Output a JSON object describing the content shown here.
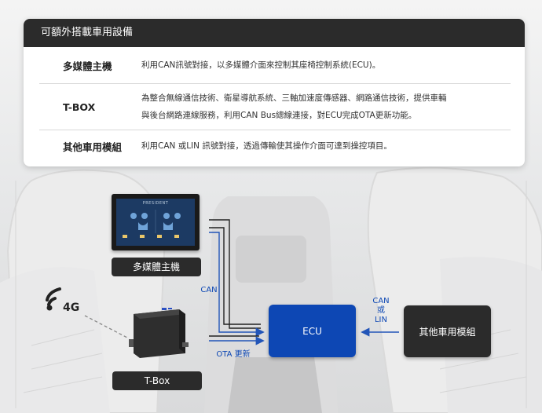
{
  "card": {
    "title": "可額外搭載車用設備",
    "rows": [
      {
        "name": "多媒體主機",
        "desc": "利用CAN訊號對接，以多媒體介面來控制其座椅控制系統(ECU)。"
      },
      {
        "name": "T-BOX",
        "desc_lines": [
          "為整合無線通信技術、衛星導航系統、三軸加速度傳感器、網路通信技術，提供車輛",
          "與後台網路連線服務，利用CAN Bus總線連接，對ECU完成OTA更新功能。"
        ]
      },
      {
        "name": "其他車用模組",
        "desc": "利用CAN 或LIN 訊號對接，透過傳輸使其操作介面可達到操控項目。"
      }
    ]
  },
  "diagram": {
    "multimedia_label": "多媒體主機",
    "tbox_label": "T-Box",
    "ecu_label": "ECU",
    "other_label": "其他車用模組",
    "can_label": "CAN",
    "ota_label": "OTA 更新",
    "can_or_lin": [
      "CAN",
      "或",
      "LIN"
    ],
    "signal_4g": "4G",
    "screen_brand": "PRESIDENT"
  },
  "colors": {
    "dark": "#2b2b2b",
    "ecu_blue": "#0d47b4",
    "arrow_blue": "#2255b8"
  }
}
